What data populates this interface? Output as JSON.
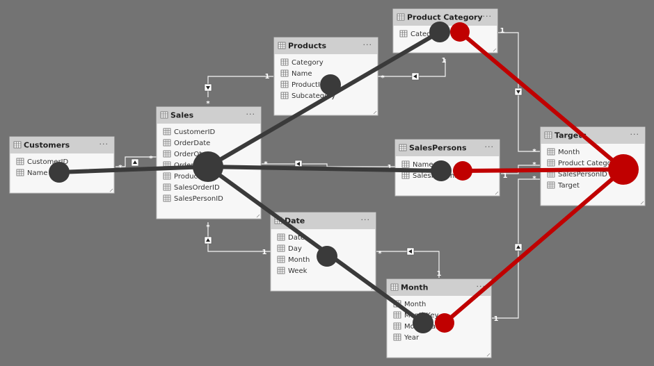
{
  "tables": {
    "product_category": {
      "title": "Product Category",
      "menu": "···",
      "fields": [
        "Category"
      ]
    },
    "products": {
      "title": "Products",
      "menu": "···",
      "fields": [
        "Category",
        "Name",
        "ProductID",
        "Subcategory"
      ]
    },
    "sales": {
      "title": "Sales",
      "menu": "···",
      "fields": [
        "CustomerID",
        "OrderDate",
        "OrderQty",
        "OrderQty",
        "ProductID",
        "SalesOrderID",
        "SalesPersonID"
      ]
    },
    "customers": {
      "title": "Customers",
      "menu": "···",
      "fields": [
        "CustomerID",
        "Name"
      ]
    },
    "salespersons": {
      "title": "SalesPersons",
      "menu": "···",
      "fields": [
        "Name",
        "SalesPersonID"
      ]
    },
    "date": {
      "title": "Date",
      "menu": "···",
      "fields": [
        "Date",
        "Day",
        "Month",
        "Week"
      ]
    },
    "month": {
      "title": "Month",
      "menu": "···",
      "fields": [
        "Month",
        "MonthKey",
        "MonthName",
        "Year"
      ]
    },
    "targets": {
      "title": "Targets",
      "menu": "···",
      "fields": [
        "Month",
        "Product Category",
        "SalesPersonID",
        "Target"
      ]
    }
  },
  "cardinality": {
    "one": "1",
    "many": "*"
  },
  "colors": {
    "background": "#737373",
    "card": "#f7f7f7",
    "card_header": "#cfcfcf",
    "card_border": "#bdbdbd",
    "relationship_line": "#f5f5f5",
    "overlay_dark": "#3a3a3a",
    "overlay_red": "#c00000"
  },
  "icons": {
    "field": "field-table-icon",
    "table": "table-icon",
    "menu": "more-options-icon"
  }
}
